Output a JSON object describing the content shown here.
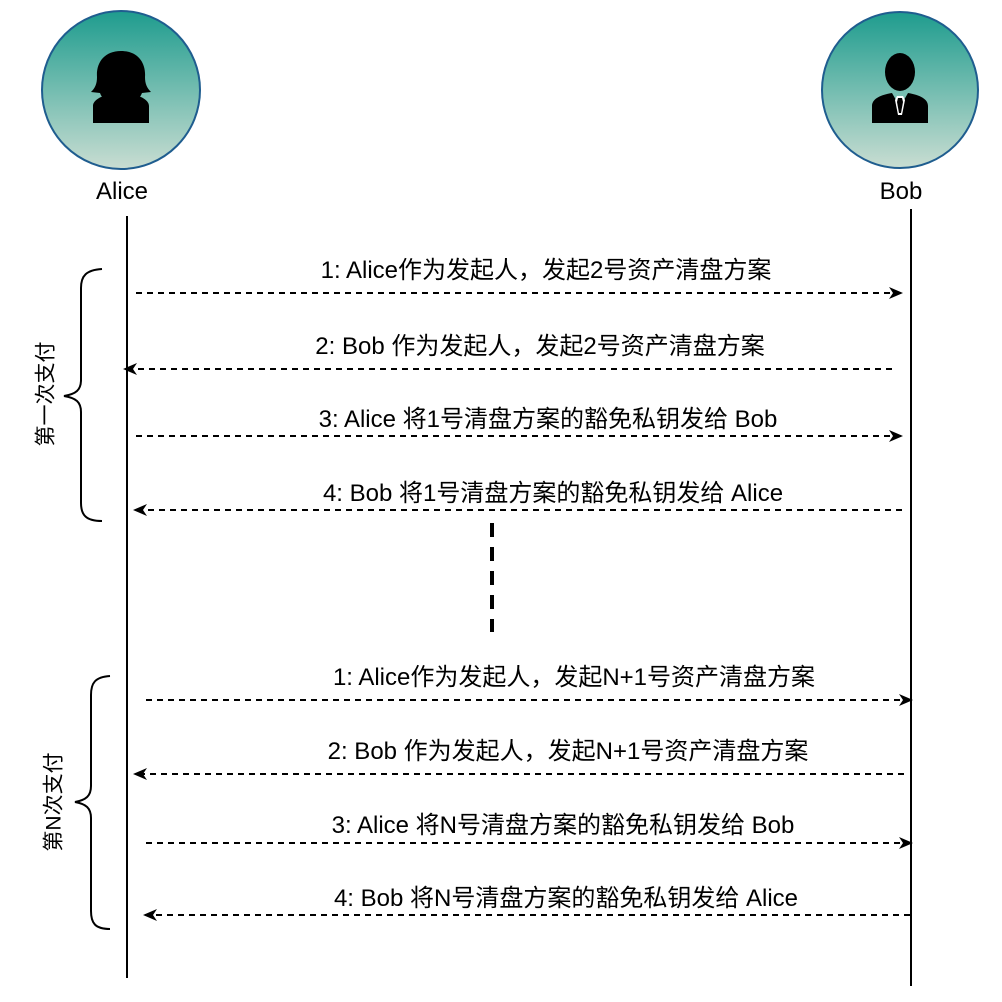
{
  "actors": {
    "alice": {
      "label": "Alice",
      "icon": "female-user-icon"
    },
    "bob": {
      "label": "Bob",
      "icon": "male-user-icon"
    }
  },
  "colors": {
    "avatar_fill_top": "#1e9c8e",
    "avatar_fill_bottom": "#c9ddd2",
    "avatar_stroke": "#1f5d8f",
    "line": "#000000"
  },
  "groups": [
    {
      "label": "第一次支付",
      "messages": [
        {
          "text": "1: Alice作为发起人，发起2号资产清盘方案",
          "direction": "alice-to-bob"
        },
        {
          "text": "2: Bob 作为发起人，发起2号资产清盘方案",
          "direction": "bob-to-alice"
        },
        {
          "text": "3: Alice 将1号清盘方案的豁免私钥发给 Bob",
          "direction": "alice-to-bob"
        },
        {
          "text": "4: Bob 将1号清盘方案的豁免私钥发给 Alice",
          "direction": "bob-to-alice"
        }
      ]
    },
    {
      "label": "第N次支付",
      "messages": [
        {
          "text": "1: Alice作为发起人，发起N+1号资产清盘方案",
          "direction": "alice-to-bob"
        },
        {
          "text": "2: Bob 作为发起人，发起N+1号资产清盘方案",
          "direction": "bob-to-alice"
        },
        {
          "text": "3: Alice 将N号清盘方案的豁免私钥发给 Bob",
          "direction": "alice-to-bob"
        },
        {
          "text": "4: Bob 将N号清盘方案的豁免私钥发给 Alice",
          "direction": "bob-to-alice"
        }
      ]
    }
  ]
}
